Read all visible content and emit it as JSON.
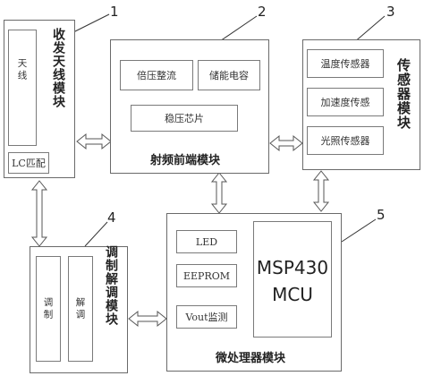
{
  "callouts": [
    "1",
    "2",
    "3",
    "4",
    "5"
  ],
  "antenna_module": {
    "title": "收发天线模块",
    "antenna": "天线",
    "lc_match": "LC匹配"
  },
  "rf_module": {
    "title": "射频前端模块",
    "rectifier": "倍压整流",
    "storage_cap": "储能电容",
    "regulator": "稳压芯片"
  },
  "sensor_module": {
    "title": "传感器模块",
    "items": [
      "温度传感器",
      "加速度传感",
      "光照传感器"
    ]
  },
  "modem_module": {
    "title": "调制解调模块",
    "modulate": "调制",
    "demodulate": "解调"
  },
  "mcu_module": {
    "title": "微处理器模块",
    "led": "LED",
    "eeprom": "EEPROM",
    "vout": "Vout监测",
    "mcu_line1": "MSP430",
    "mcu_line2": "MCU"
  },
  "colors": {
    "line": "#6a6a6a",
    "arrow": "#555555"
  }
}
